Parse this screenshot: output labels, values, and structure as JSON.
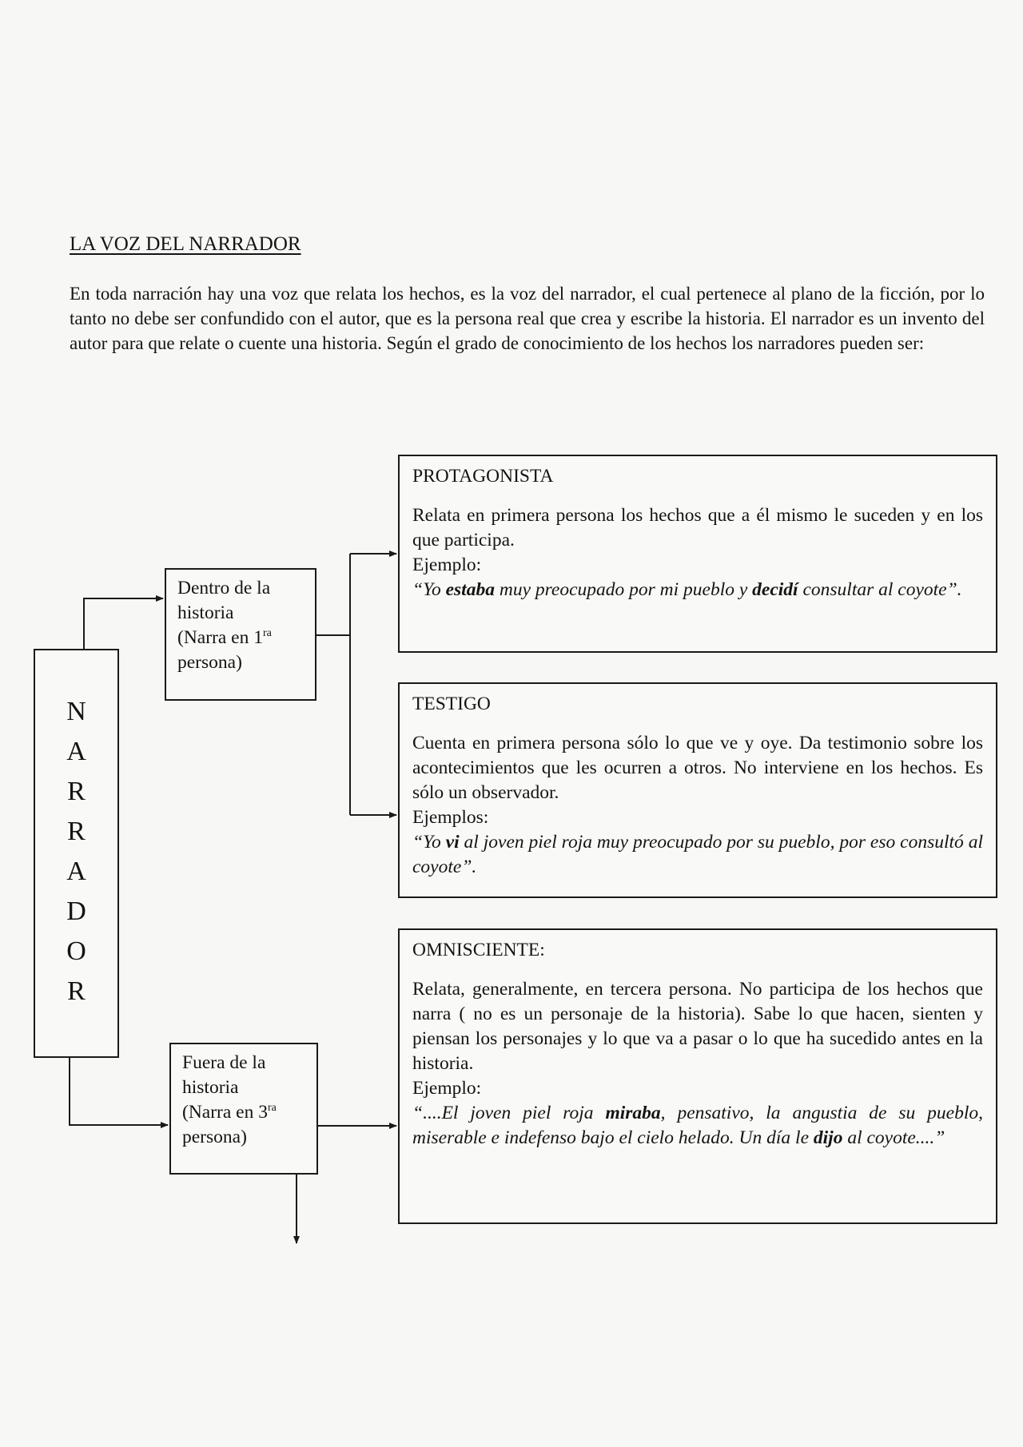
{
  "document": {
    "title": "LA VOZ DEL NARRADOR",
    "intro": "En toda narración hay una voz que relata los hechos, es la voz del narrador, el cual pertenece al plano de la ficción, por lo tanto no debe ser confundido con el autor, que es la persona real que crea y escribe la historia. El narrador es un invento del autor para que relate o cuente una historia. Según el grado de conocimiento de los hechos los narradores pueden ser:"
  },
  "diagram": {
    "root_letters": [
      "N",
      "A",
      "R",
      "R",
      "A",
      "D",
      "O",
      "R"
    ],
    "inside": {
      "line1": "Dentro de la",
      "line2": "historia",
      "line3_pre": "(Narra en 1",
      "line3_sup": "ra",
      "line4": "persona)"
    },
    "outside": {
      "line1": "Fuera de la",
      "line2": "historia",
      "line3_pre": "(Narra en 3",
      "line3_sup": "ra",
      "line4": "persona)"
    },
    "protagonista": {
      "heading": "PROTAGONISTA",
      "description": "Relata en primera persona los hechos que a él mismo le suceden y en los que participa.",
      "example_label": "Ejemplo:",
      "example": {
        "p1": "“Yo ",
        "b1": "estaba",
        "p2": " muy preocupado por mi pueblo y ",
        "b2": "decidí",
        "p3": " consultar al coyote”."
      }
    },
    "testigo": {
      "heading": "TESTIGO",
      "description": "Cuenta en primera persona sólo lo que ve y oye. Da testimonio sobre los acontecimientos que les ocurren a otros. No interviene en los hechos. Es sólo un observador.",
      "example_label": "Ejemplos:",
      "example": {
        "p1": "“Yo ",
        "b1": "vi",
        "p2": " al joven piel roja muy preocupado por su pueblo, por eso consultó al coyote”."
      }
    },
    "omnisciente": {
      "heading": "OMNISCIENTE:",
      "description": "Relata, generalmente, en tercera persona. No participa de los hechos que narra ( no es un personaje de la historia). Sabe lo que hacen, sienten y piensan los personajes y lo que va a pasar o lo que ha sucedido antes en la historia.",
      "example_label": "Ejemplo:",
      "example": {
        "p1": "“....El joven piel roja ",
        "b1": "miraba",
        "p2": ", pensativo, la angustia de su pueblo, miserable e indefenso bajo el cielo helado. Un día le ",
        "b2": "dijo",
        "p3": " al coyote....”"
      }
    }
  }
}
